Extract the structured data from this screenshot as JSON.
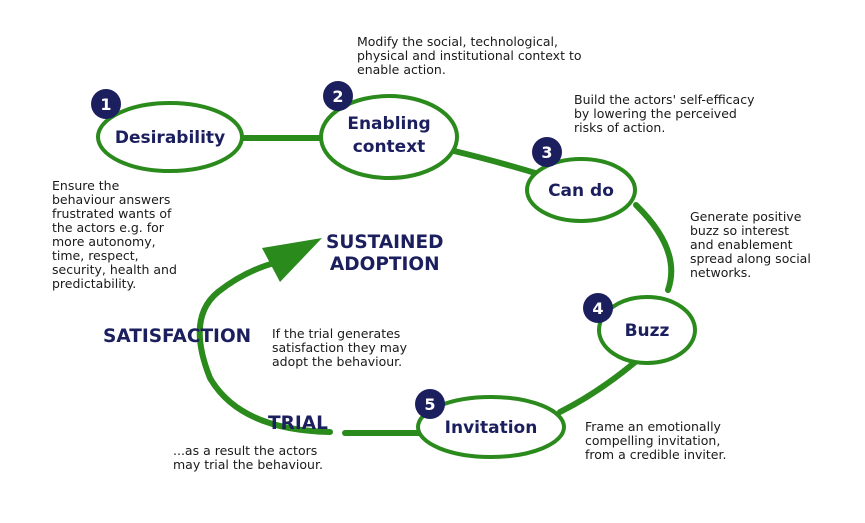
{
  "colors": {
    "green": "#2a8a1c",
    "navy": "#1c1f5e",
    "text": "#1a1a1a"
  },
  "steps": [
    {
      "number": "1",
      "label": "Desirability"
    },
    {
      "number": "2",
      "label": "Enabling\ncontext"
    },
    {
      "number": "3",
      "label": "Can do"
    },
    {
      "number": "4",
      "label": "Buzz"
    },
    {
      "number": "5",
      "label": "Invitation"
    }
  ],
  "notes": {
    "desirability": "Ensure the\nbehaviour answers\nfrustrated wants of\nthe actors e.g. for\nmore autonomy,\ntime, respect,\nsecurity, health and\npredictability.",
    "enabling_context": "Modify the social, technological,\nphysical and institutional context to\nenable action.",
    "can_do": "Build the actors' self-efficacy\nby lowering the perceived\nrisks of action.",
    "buzz": "Generate positive\nbuzz so interest\nand enablement\nspread along social\nnetworks.",
    "invitation": "Frame an emotionally\ncompelling invitation,\nfrom a credible inviter.",
    "trial": "...as a result the actors\nmay trial the behaviour.",
    "satisfaction": "If the trial generates\nsatisfaction they may\nadopt the behaviour."
  },
  "labels": {
    "sustained_adoption": "SUSTAINED\nADOPTION",
    "satisfaction": "SATISFACTION",
    "trial": "TRIAL"
  }
}
